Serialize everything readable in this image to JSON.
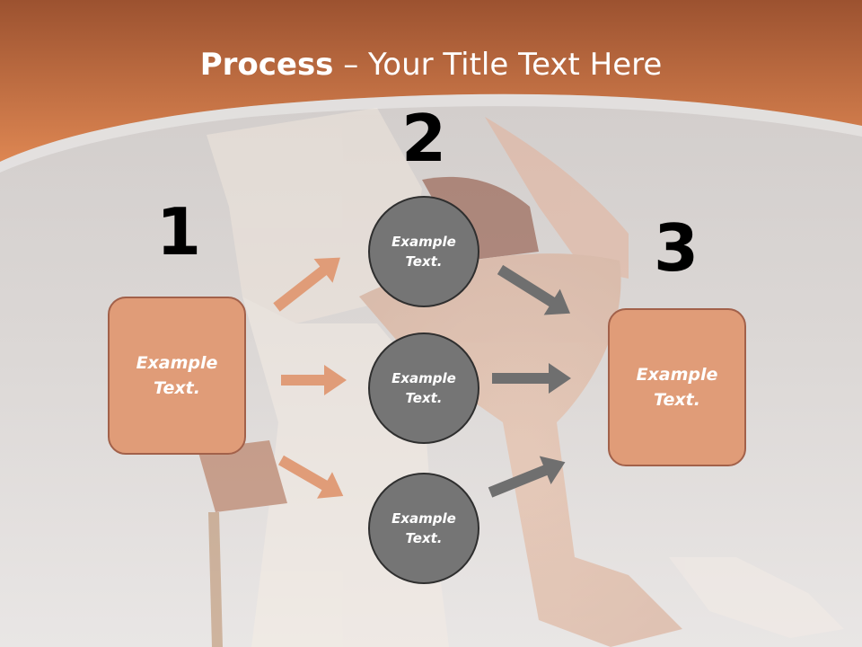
{
  "slide": {
    "title_bold": "Process",
    "title_rest": " – Your Title Text Here",
    "header_color": "#d07a4a",
    "accent_color": "#e09c78",
    "circle_color": "#757575"
  },
  "steps": {
    "n1": "1",
    "n2": "2",
    "n3": "3"
  },
  "left_box": {
    "line1": "Example",
    "line2": "Text."
  },
  "right_box": {
    "line1": "Example",
    "line2": "Text."
  },
  "circles": [
    {
      "line1": "Example",
      "line2": "Text."
    },
    {
      "line1": "Example",
      "line2": "Text."
    },
    {
      "line1": "Example",
      "line2": "Text."
    }
  ],
  "icons": {
    "orange_arrows": "arrow-right-icon",
    "gray_arrows": "arrow-right-icon"
  }
}
